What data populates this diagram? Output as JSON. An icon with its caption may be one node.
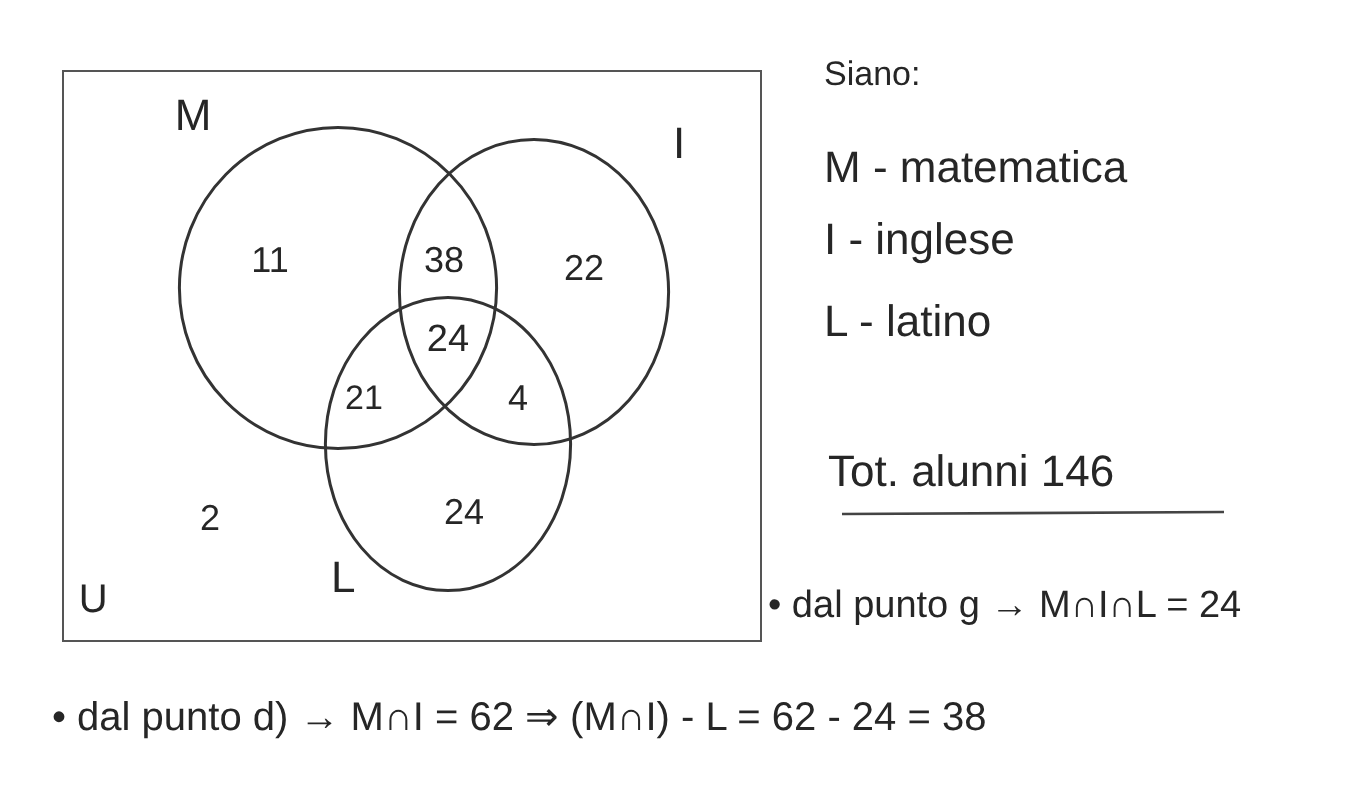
{
  "diagram": {
    "nodes": [
      {
        "text": [
          "U"
        ]
      },
      {
        "text": [
          "M"
        ],
        "in": 0
      },
      {
        "text": [
          "I"
        ],
        "in": 0
      },
      {
        "text": [
          "L"
        ],
        "in": 0
      }
    ],
    "labels": [
      "11",
      "38",
      "22",
      "24",
      "21",
      "4",
      "2",
      "24",
      "Siano:",
      "M - matematica",
      "I - inglese",
      "L - latino",
      "Tot. alunni 146",
      "• dal punto g → M∩I∩L = 24",
      "• dal punto d) → M∩I = 62 ⇒ (M∩I) - L = 62 - 24 = 38"
    ]
  }
}
